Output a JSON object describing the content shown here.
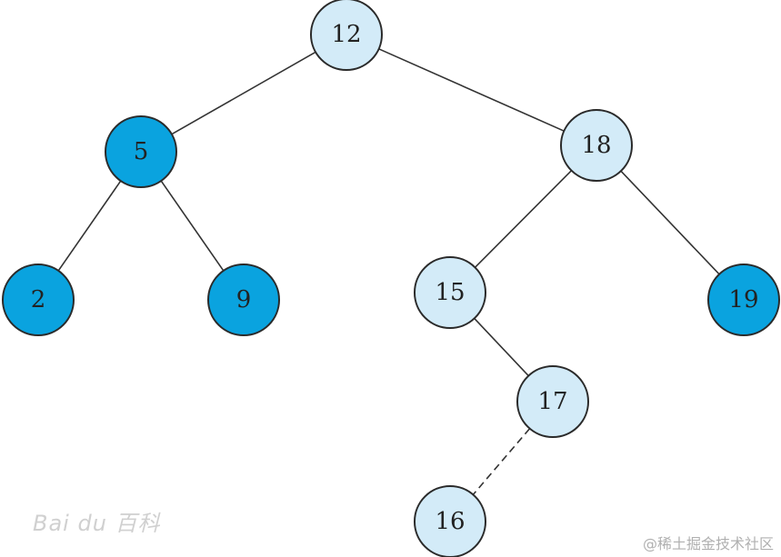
{
  "colors": {
    "highlight_fill": "#0aa3df",
    "normal_fill": "#d3ebf8",
    "stroke": "#2a2a2a",
    "edge": "#333333"
  },
  "nodes": [
    {
      "id": "n12",
      "label": "12",
      "highlight": false
    },
    {
      "id": "n5",
      "label": "5",
      "highlight": true
    },
    {
      "id": "n18",
      "label": "18",
      "highlight": false
    },
    {
      "id": "n2",
      "label": "2",
      "highlight": true
    },
    {
      "id": "n9",
      "label": "9",
      "highlight": true
    },
    {
      "id": "n15",
      "label": "15",
      "highlight": false
    },
    {
      "id": "n19",
      "label": "19",
      "highlight": true
    },
    {
      "id": "n17",
      "label": "17",
      "highlight": false
    },
    {
      "id": "n16",
      "label": "16",
      "highlight": false
    }
  ],
  "edges": [
    {
      "from": "n12",
      "to": "n5",
      "style": "solid"
    },
    {
      "from": "n12",
      "to": "n18",
      "style": "solid"
    },
    {
      "from": "n5",
      "to": "n2",
      "style": "solid"
    },
    {
      "from": "n5",
      "to": "n9",
      "style": "solid"
    },
    {
      "from": "n18",
      "to": "n15",
      "style": "solid"
    },
    {
      "from": "n18",
      "to": "n19",
      "style": "solid"
    },
    {
      "from": "n15",
      "to": "n17",
      "style": "solid"
    },
    {
      "from": "n17",
      "to": "n16",
      "style": "dashed"
    }
  ],
  "watermarks": {
    "left": "Bai du 百科",
    "right": "@稀土掘金技术社区"
  }
}
